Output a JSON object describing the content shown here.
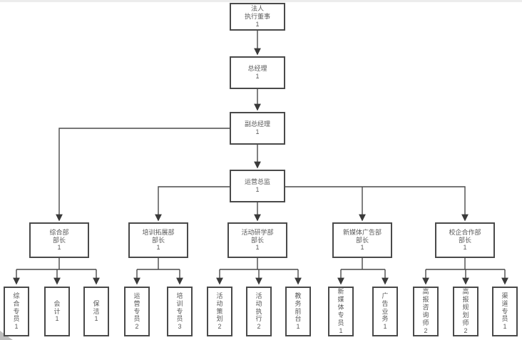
{
  "page": {
    "background": "#ffffff",
    "line_color": "#4a4a4a",
    "box_border_color": "#4a4a4a",
    "text_color": "#595959"
  },
  "org": {
    "chain": [
      {
        "label": "法人\n执行董事",
        "count": "1"
      },
      {
        "label": "总经理",
        "count": "1"
      },
      {
        "label": "副总经理",
        "count": "1"
      },
      {
        "label": "运营总监",
        "count": "1"
      }
    ],
    "departments": [
      {
        "label": "综合部\n部长",
        "count": "1"
      },
      {
        "label": "培训拓展部\n部长",
        "count": "1"
      },
      {
        "label": "活动研学部\n部长",
        "count": "1"
      },
      {
        "label": "新媒体广告部\n部长",
        "count": "1"
      },
      {
        "label": "校企合作部\n部长",
        "count": "1"
      }
    ],
    "staff": [
      {
        "label": "综合专员",
        "count": "1"
      },
      {
        "label": "会计",
        "count": "1"
      },
      {
        "label": "保洁",
        "count": "1"
      },
      {
        "label": "运营专员",
        "count": "2"
      },
      {
        "label": "培训专员",
        "count": "3"
      },
      {
        "label": "活动策划",
        "count": "2"
      },
      {
        "label": "活动执行",
        "count": "2"
      },
      {
        "label": "教务前台",
        "count": "1"
      },
      {
        "label": "新媒体专员",
        "count": "1"
      },
      {
        "label": "广告业务",
        "count": "1"
      },
      {
        "label": "高报咨询师",
        "count": "2"
      },
      {
        "label": "高报规划师",
        "count": "2"
      },
      {
        "label": "渠道专员",
        "count": "1"
      }
    ]
  }
}
